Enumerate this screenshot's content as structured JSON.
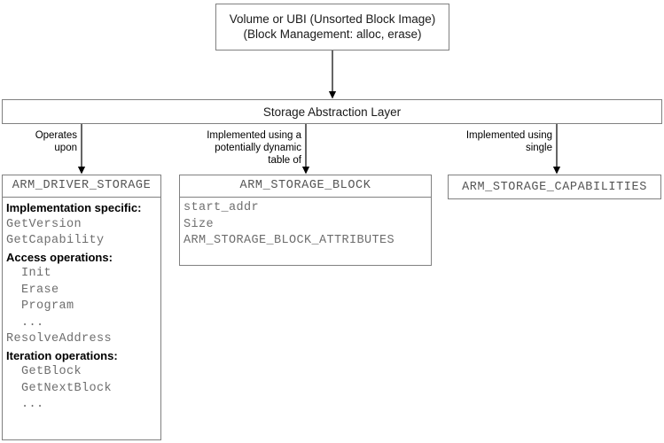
{
  "diagram": {
    "title": "ARM Storage Abstraction Layer class diagram",
    "colors": {
      "border": "#808080",
      "code_text": "#6e6e6e",
      "heading_text": "#000000",
      "background": "#ffffff"
    },
    "nodes": {
      "volume": {
        "lines": [
          "Volume or UBI (Unsorted Block Image)",
          "(Block Management: alloc, erase)"
        ]
      },
      "sal": {
        "title": "Storage Abstraction Layer"
      },
      "driver_storage": {
        "title": "ARM_DRIVER_STORAGE",
        "rows": [
          {
            "kind": "heading",
            "text": "Implementation specific:"
          },
          {
            "kind": "member",
            "text": "GetVersion"
          },
          {
            "kind": "member",
            "text": "GetCapability"
          },
          {
            "kind": "heading",
            "text": "Access operations:"
          },
          {
            "kind": "member",
            "text": "  Init"
          },
          {
            "kind": "member",
            "text": "  Erase"
          },
          {
            "kind": "member",
            "text": "  Program"
          },
          {
            "kind": "member",
            "text": "  ..."
          },
          {
            "kind": "member",
            "text": "ResolveAddress"
          },
          {
            "kind": "heading",
            "text": "Iteration operations:"
          },
          {
            "kind": "member",
            "text": "  GetBlock"
          },
          {
            "kind": "member",
            "text": "  GetNextBlock"
          },
          {
            "kind": "member",
            "text": "  ..."
          }
        ]
      },
      "storage_block": {
        "title": "ARM_STORAGE_BLOCK",
        "rows": [
          {
            "kind": "member",
            "text": "start_addr"
          },
          {
            "kind": "member",
            "text": "Size"
          },
          {
            "kind": "member",
            "text": "ARM_STORAGE_BLOCK_ATTRIBUTES"
          }
        ]
      },
      "storage_capabilities": {
        "title": "ARM_STORAGE_CAPABILITIES"
      }
    },
    "edges": {
      "volume_to_sal": {
        "label": ""
      },
      "sal_to_driver_storage": {
        "label": "Operates\nupon"
      },
      "sal_to_storage_block": {
        "label": "Implemented using a\npotentially dynamic\ntable of"
      },
      "sal_to_storage_capabilities": {
        "label": "Implemented using\nsingle"
      }
    }
  }
}
